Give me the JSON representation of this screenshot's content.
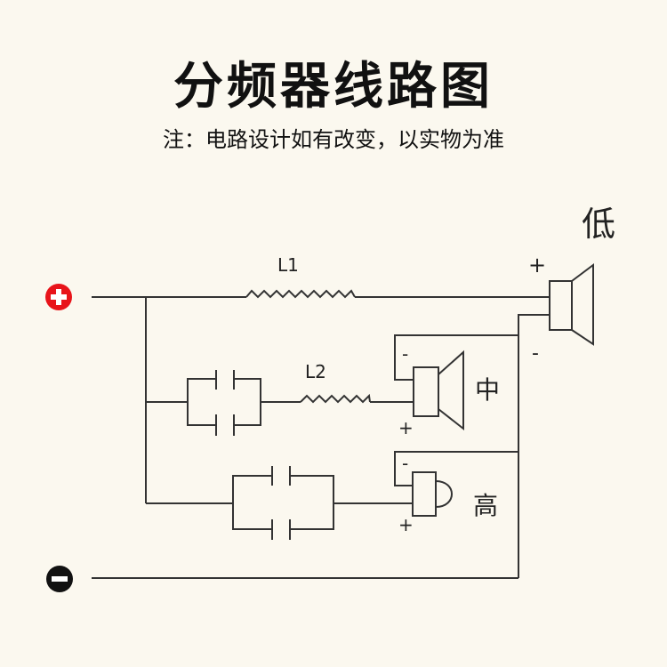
{
  "header": {
    "title": "分频器线路图",
    "note": "注：电路设计如有改变，以实物为准"
  },
  "terminals": {
    "positive": {
      "symbol": "+",
      "color": "#e8141a"
    },
    "negative": {
      "symbol": "−",
      "color": "#111111"
    }
  },
  "components": {
    "inductor_1": "L1",
    "inductor_2": "L2"
  },
  "speakers": {
    "low": {
      "label": "低",
      "plus": "+",
      "minus": "-"
    },
    "mid": {
      "label": "中",
      "plus": "+",
      "minus": "-"
    },
    "high": {
      "label": "高",
      "plus": "+",
      "minus": "-"
    }
  }
}
